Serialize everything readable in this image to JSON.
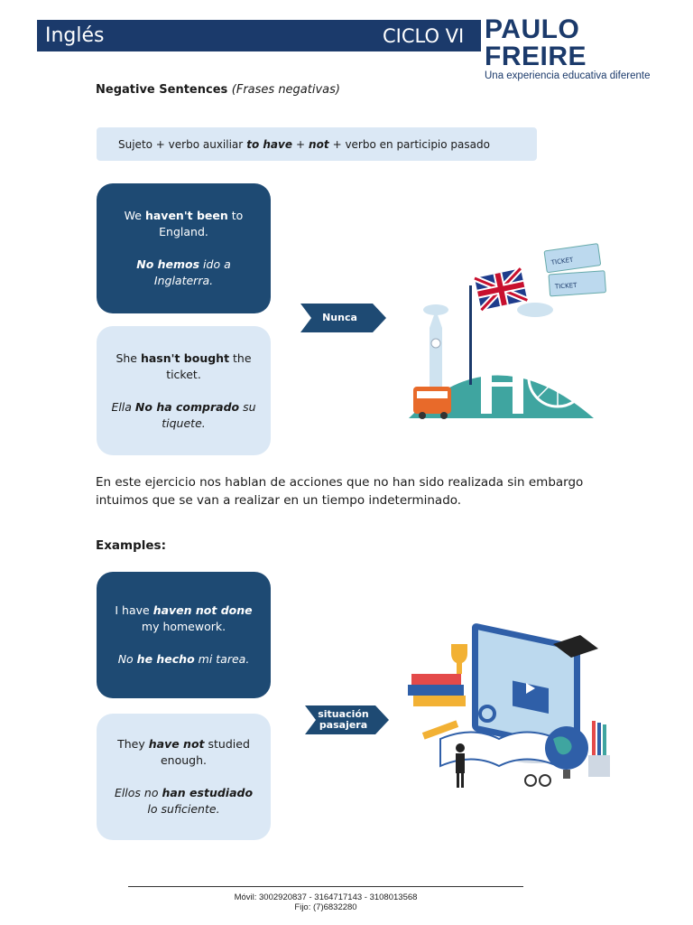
{
  "header": {
    "subject": "Inglés",
    "cycle": "CICLO VI",
    "brand_name": "PAULO FREIRE",
    "brand_tagline": "Una experiencia educativa diferente"
  },
  "section": {
    "title": "Negative Sentences",
    "subtitle": "(Frases negativas)"
  },
  "formula": {
    "part1": "Sujeto +  verbo auxiliar",
    "part2": "to have",
    "part3": "+",
    "part4": "not",
    "part5": "+   verbo en participio pasado"
  },
  "cards_top": {
    "card1": {
      "l1a": "We ",
      "l1b": "haven't been",
      "l1c": " to England.",
      "l2a": "No hemos",
      "l2b": " ido a Inglaterra."
    },
    "card2": {
      "l1a": "She ",
      "l1b": "hasn't bought",
      "l1c": " the ticket.",
      "l2a": "Ella ",
      "l2b": "No ha comprado",
      "l2c": " su tiquete."
    },
    "arrow_label": "Nunca"
  },
  "paragraph": "En este ejercicio nos hablan de acciones que no han sido realizada sin embargo intuimos que se van a realizar en un tiempo indeterminado.",
  "examples": {
    "title": "Examples:",
    "card3": {
      "l1a": "I have ",
      "l1b": "haven not done",
      "l1c": " my homework.",
      "l2a": "No ",
      "l2b": "he hecho",
      "l2c": " mi tarea."
    },
    "card4": {
      "l1a": "They ",
      "l1b": "have not",
      "l1c": " studied enough.",
      "l2a": "Ellos no ",
      "l2b": "han estudiado",
      "l2c": " lo suficiente."
    },
    "arrow_line1": "situación",
    "arrow_line2": "pasajera"
  },
  "illustration_top": {
    "ticket_text": "TICKET"
  },
  "footer": {
    "line1": "Móvil: 3002920837 - 3164717143 - 3108013568",
    "line2": "Fijo: (7)6832280"
  },
  "colors": {
    "navy": "#1b3a6b",
    "card_dark": "#1e4a73",
    "card_light": "#dbe8f5"
  }
}
